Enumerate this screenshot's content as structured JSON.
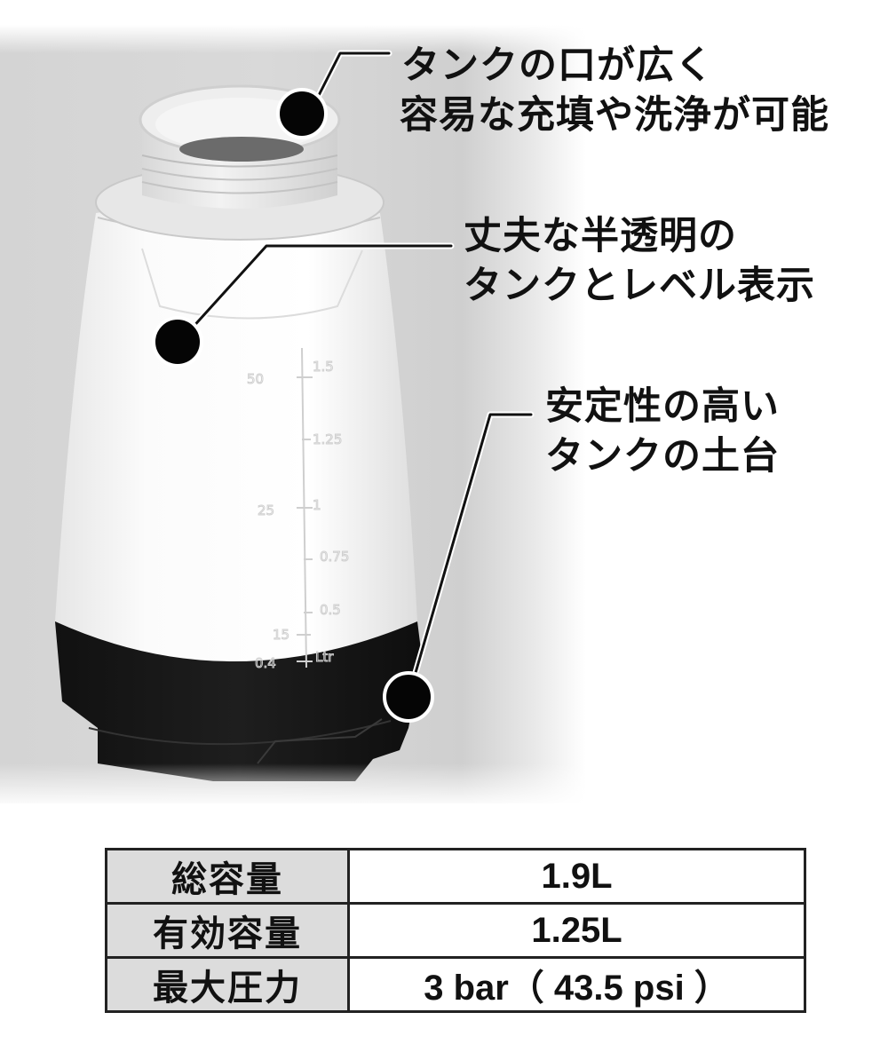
{
  "callouts": [
    {
      "id": "wide-mouth",
      "lines": [
        "タンクの口が広く",
        "容易な充填や洗浄が可能"
      ],
      "marker_icon": "black-dot-marker"
    },
    {
      "id": "translucent-tank",
      "lines": [
        "丈夫な半透明の",
        "タンクとレベル表示"
      ],
      "marker_icon": "black-dot-marker"
    },
    {
      "id": "stable-base",
      "lines": [
        "安定性の高い",
        "タンクの土台"
      ],
      "marker_icon": "black-dot-marker"
    }
  ],
  "tank_scale": {
    "left_marks": [
      "50",
      "25",
      "15",
      "0.4"
    ],
    "right_marks": [
      "1.5",
      "1.25",
      "1",
      "0.75",
      "0.5",
      "Ltr"
    ]
  },
  "specs": {
    "rows": [
      {
        "label": "総容量",
        "value": "1.9L"
      },
      {
        "label": "有効容量",
        "value": "1.25L"
      },
      {
        "label": "最大圧力",
        "value": "3 bar（ 43.5 psi ）"
      }
    ]
  },
  "colors": {
    "text": "#111111",
    "table_label_bg": "#dcdcdc",
    "table_border": "#222222",
    "tank_base": "#1a1a1a",
    "tank_body": "#f7f7f7"
  }
}
